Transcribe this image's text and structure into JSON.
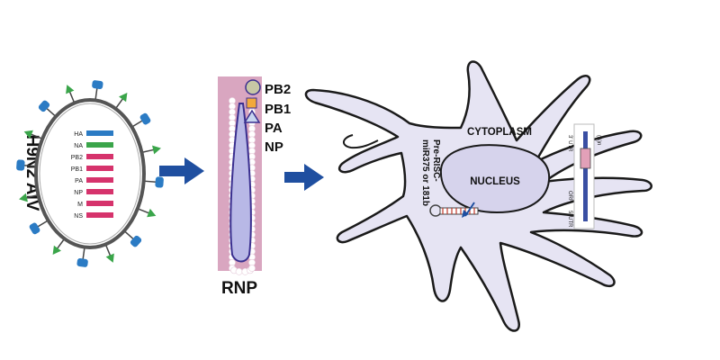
{
  "virus": {
    "name": "H9N2 AIV",
    "segments": [
      {
        "label": "HA",
        "color": "#2b7bc4"
      },
      {
        "label": "NA",
        "color": "#3aa54a"
      },
      {
        "label": "PB2",
        "color": "#d6336c"
      },
      {
        "label": "PB1",
        "color": "#d6336c"
      },
      {
        "label": "PA",
        "color": "#d6336c"
      },
      {
        "label": "NP",
        "color": "#d6336c"
      },
      {
        "label": "M",
        "color": "#d6336c"
      },
      {
        "label": "NS",
        "color": "#d6336c"
      }
    ],
    "spike_colors": {
      "ha": "#2b7bc4",
      "na": "#3aa54a"
    }
  },
  "rnp": {
    "title": "RNP",
    "proteins": [
      "PB2",
      "PB1",
      "PA",
      "NP"
    ],
    "background_color": "#d9a6c0"
  },
  "cell": {
    "cytoplasm_label": "CYTOPLASM",
    "nucleus_label": "NUCLEUS",
    "mirna_label_line1": "Pre-RISC-",
    "mirna_label_line2": "miR375 or 181b",
    "mrna_labels": {
      "utr3": "3' UTR",
      "orf": "ORF",
      "utr5": "5' UTR",
      "polya": "(A)n"
    }
  },
  "colors": {
    "arrow": "#1f4fa0",
    "cell_fill": "#e6e4f3",
    "cell_stroke": "#1a1a1a"
  }
}
